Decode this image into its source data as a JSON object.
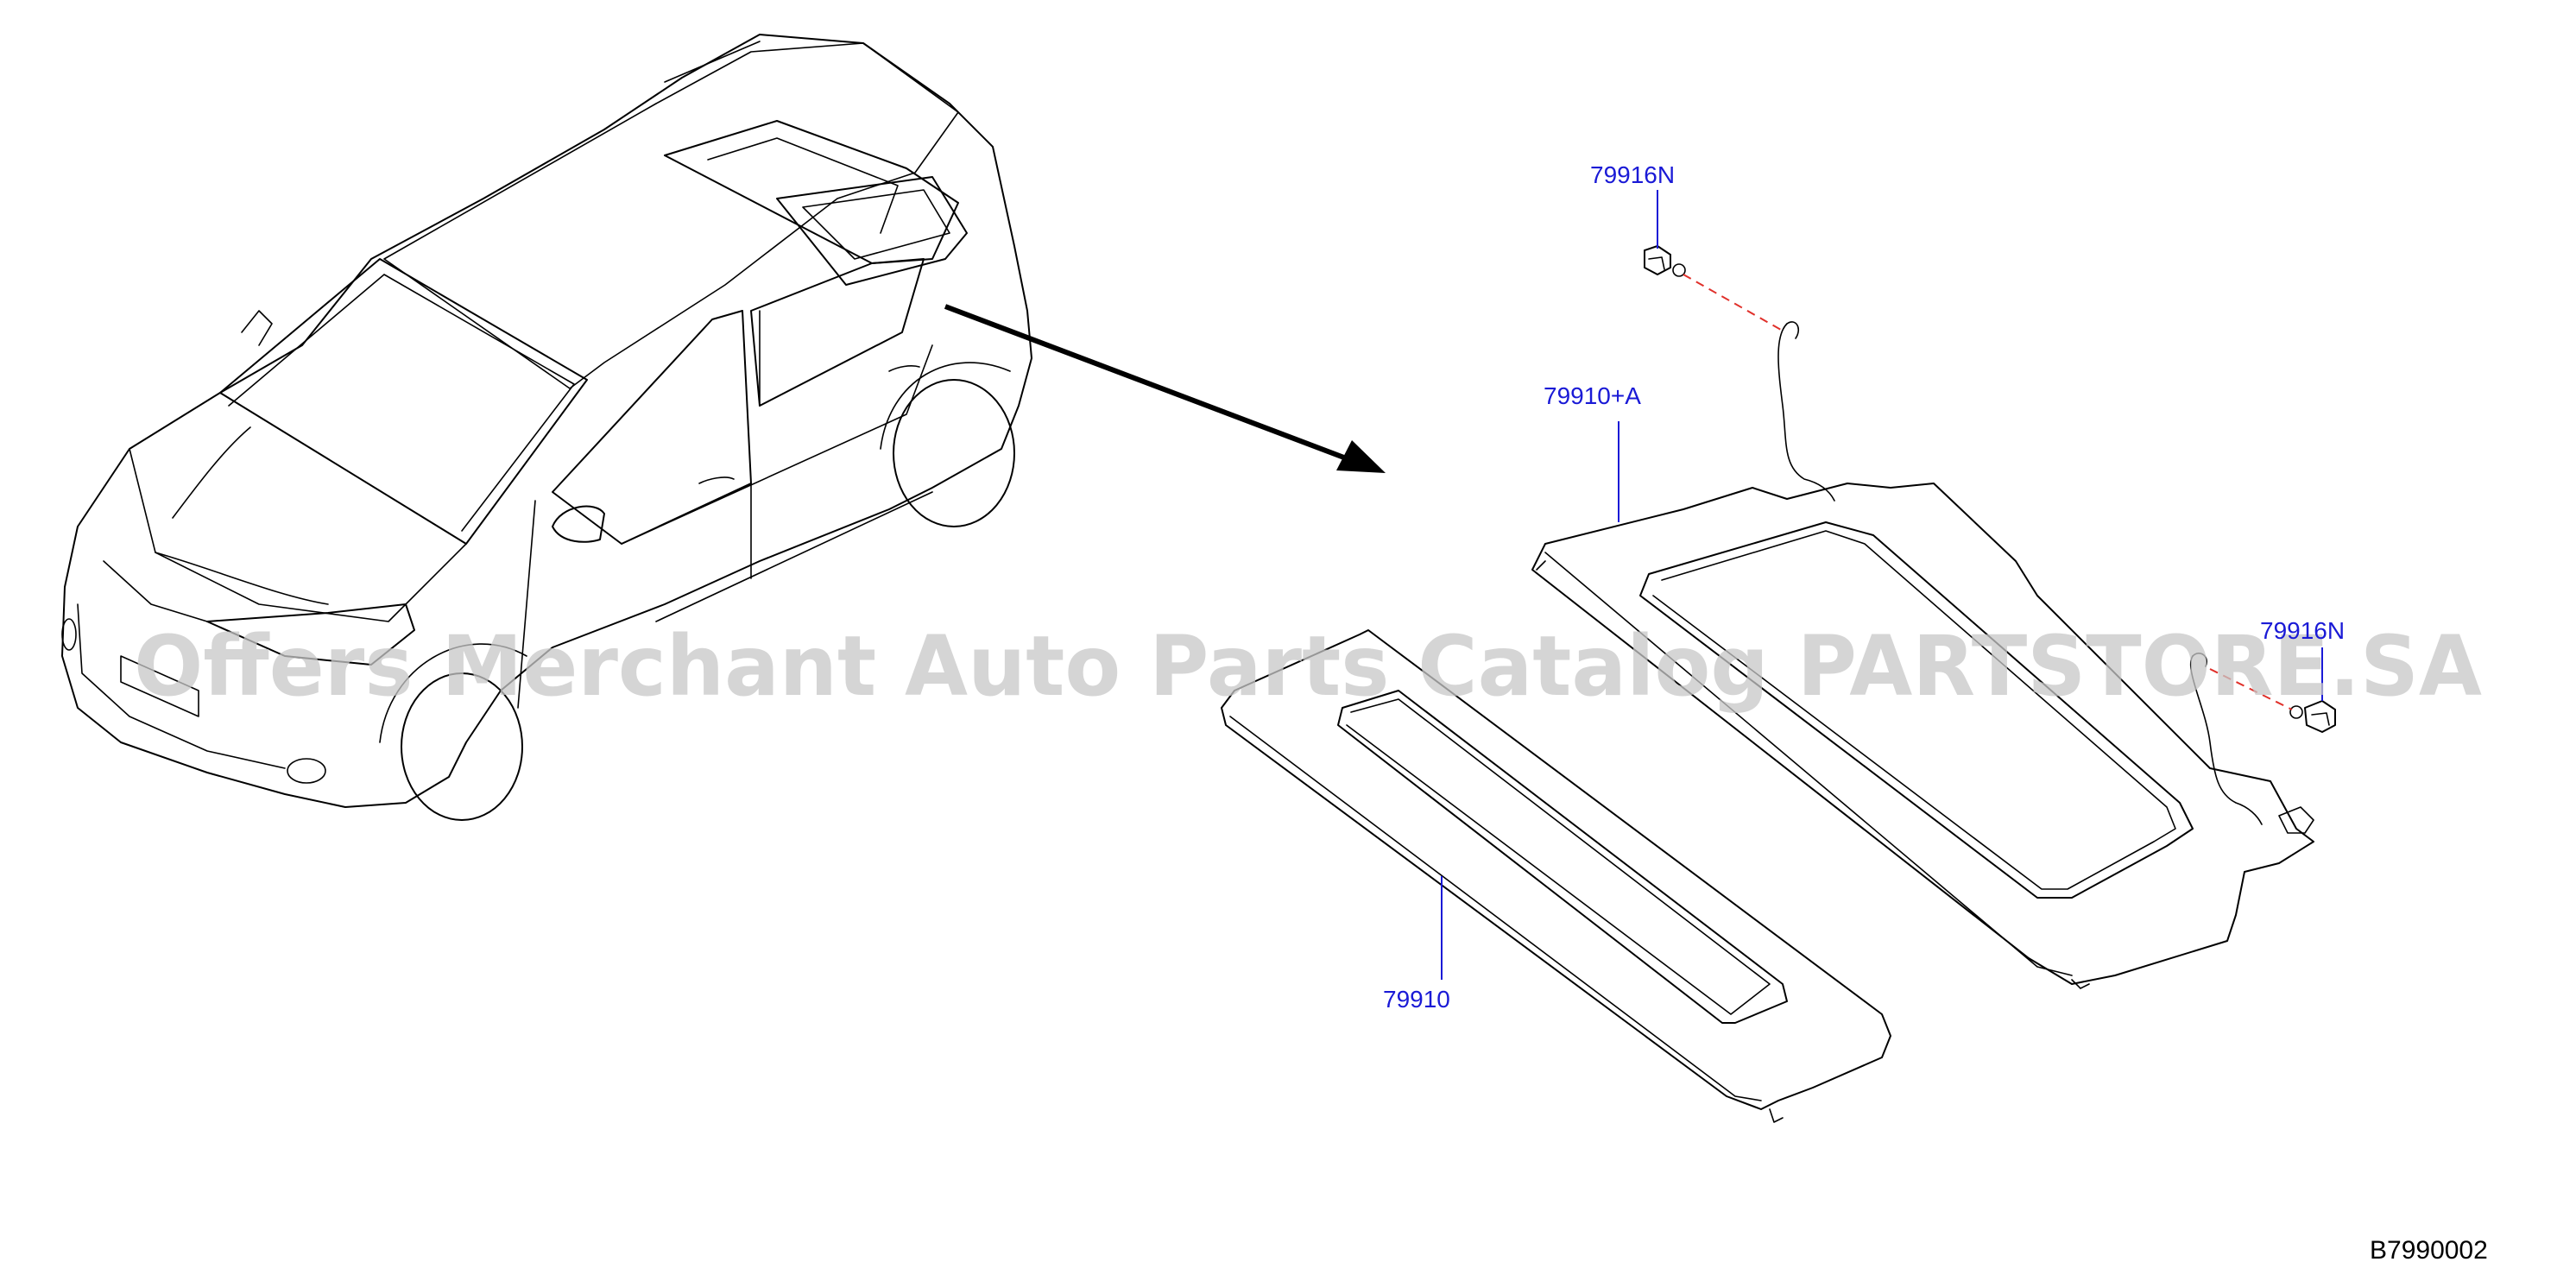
{
  "diagram": {
    "id_label": "B7990002",
    "watermark": "Offers Merchant Auto Parts Catalog PARTSTORE.SA",
    "callouts": {
      "top_clip": "79916N",
      "shelf_assembly": "79910+A",
      "right_clip": "79916N",
      "lower_board": "79910"
    },
    "colors": {
      "callout": "#1a1ad6",
      "dashed_link": "#e0302a",
      "lines": "#000000"
    }
  }
}
